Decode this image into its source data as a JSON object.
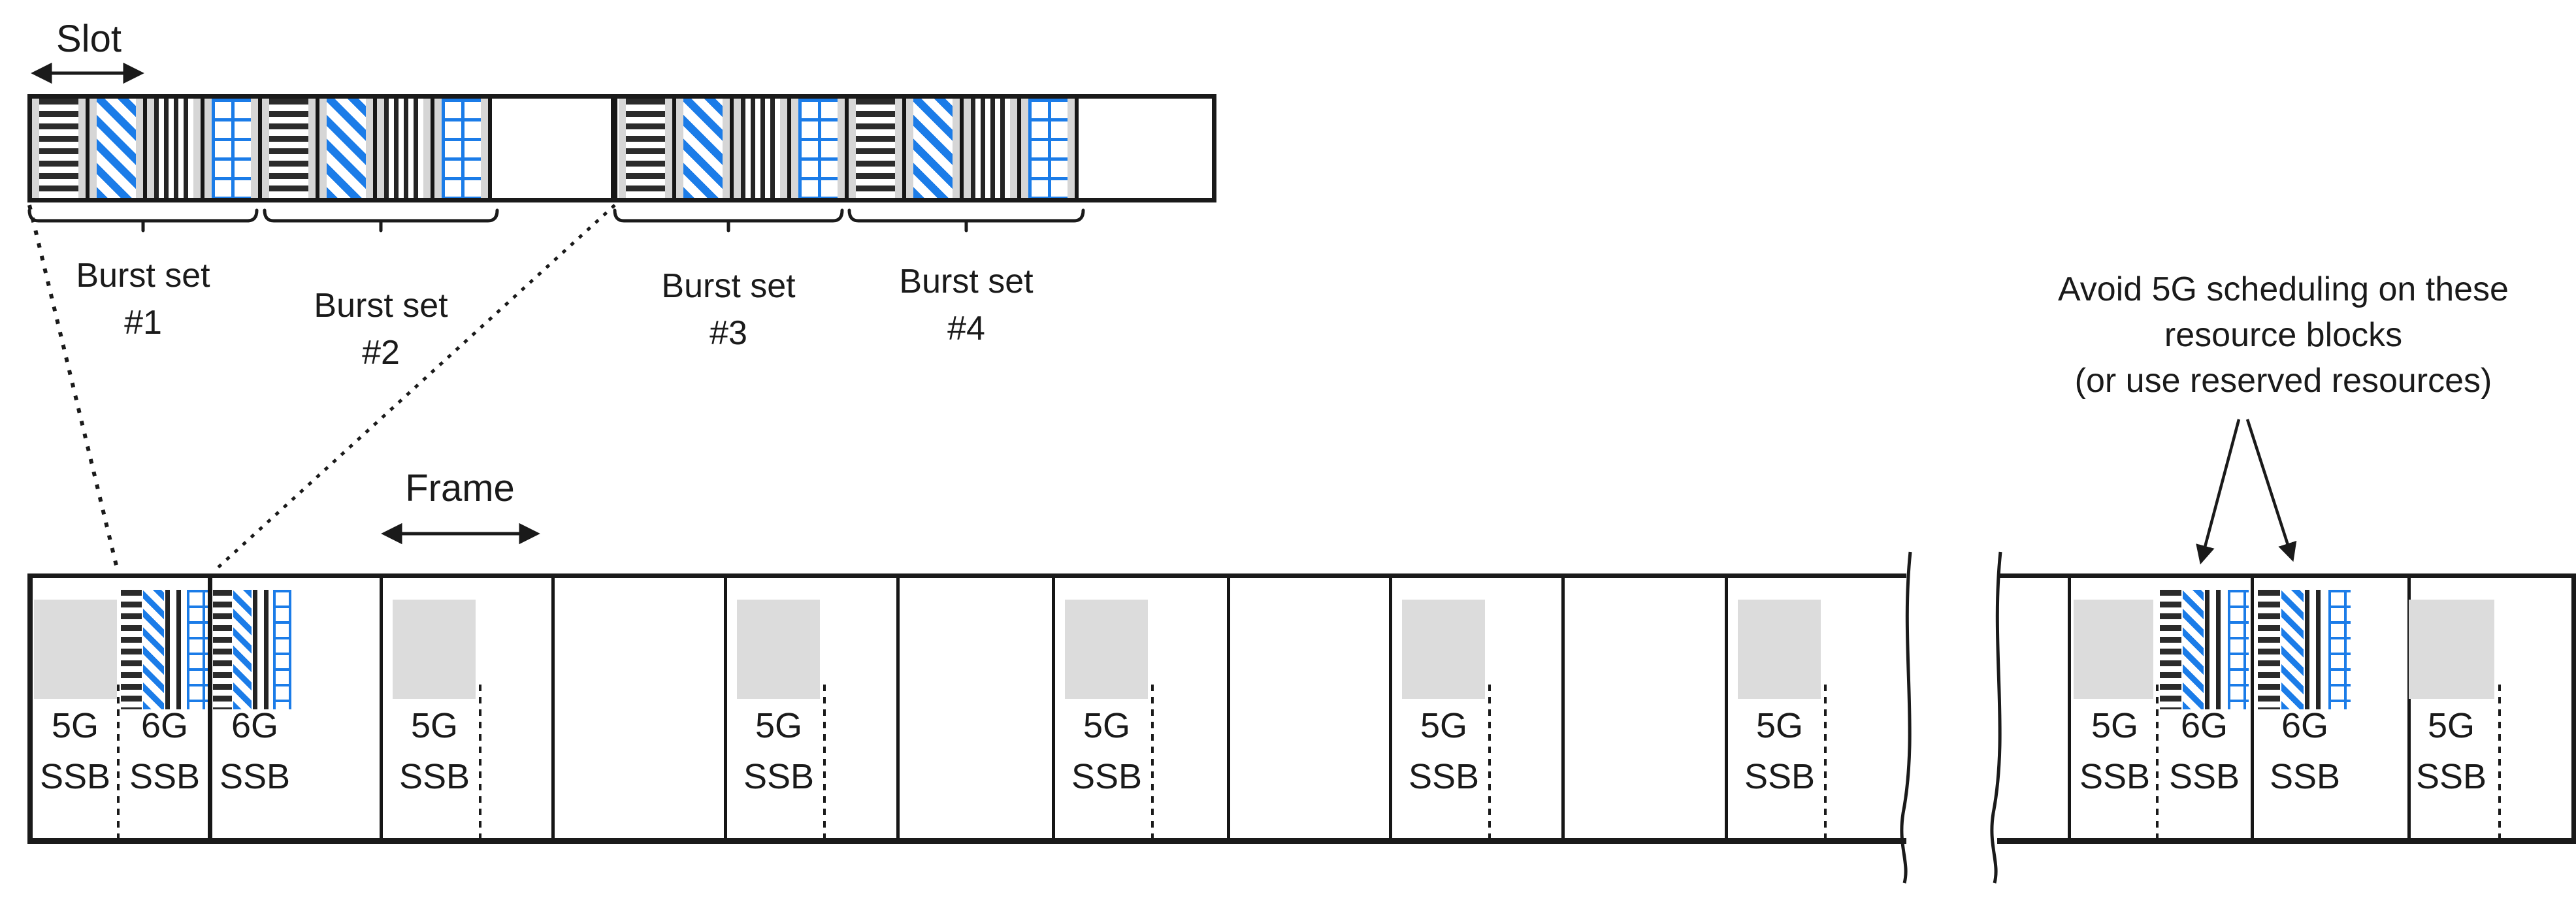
{
  "labels": {
    "slot": "Slot",
    "frame": "Frame"
  },
  "annotation": {
    "lines": [
      "Avoid 5G scheduling on these",
      "resource blocks",
      "(or use reserved resources)"
    ]
  },
  "burst_sets": [
    {
      "label": "Burst set",
      "number": "#1"
    },
    {
      "label": "Burst set",
      "number": "#2"
    },
    {
      "label": "Burst set",
      "number": "#3"
    },
    {
      "label": "Burst set",
      "number": "#4"
    }
  ],
  "top_bar": {
    "sections": 2,
    "burst_sets_per_section": 2,
    "slots_per_burst_set": 4,
    "slot_pattern_sequence": [
      "horizontal-stripes",
      "blue-diagonal-stripes",
      "vertical-stripes",
      "blue-grid"
    ]
  },
  "bottom_bar": {
    "left_frames": [
      {
        "blocks": [
          {
            "line1": "5G",
            "line2": "SSB"
          },
          {
            "line1": "6G",
            "line2": "SSB"
          }
        ]
      },
      {
        "blocks": [
          {
            "line1": "6G",
            "line2": "SSB"
          }
        ]
      },
      {
        "blocks": [
          {
            "line1": "5G",
            "line2": "SSB"
          }
        ]
      },
      {
        "blocks": []
      },
      {
        "blocks": [
          {
            "line1": "5G",
            "line2": "SSB"
          }
        ]
      },
      {
        "blocks": []
      },
      {
        "blocks": [
          {
            "line1": "5G",
            "line2": "SSB"
          }
        ]
      },
      {
        "blocks": []
      },
      {
        "blocks": [
          {
            "line1": "5G",
            "line2": "SSB"
          }
        ]
      },
      {
        "blocks": []
      },
      {
        "blocks": [
          {
            "line1": "5G",
            "line2": "SSB"
          }
        ]
      }
    ],
    "right_frames": [
      {
        "blocks": []
      },
      {
        "blocks": [
          {
            "line1": "5G",
            "line2": "SSB"
          },
          {
            "line1": "6G",
            "line2": "SSB"
          }
        ]
      },
      {
        "blocks": [
          {
            "line1": "6G",
            "line2": "SSB"
          }
        ]
      },
      {
        "blocks": [
          {
            "line1": "5G",
            "line2": "SSB"
          }
        ]
      }
    ]
  },
  "colors": {
    "accent_blue": "#1b7ce8",
    "pattern_black": "#2b2b2b",
    "slot_gray": "#d6d6d6",
    "ssb_gray": "#dcdcdc",
    "line_black": "#1a1a1a"
  }
}
